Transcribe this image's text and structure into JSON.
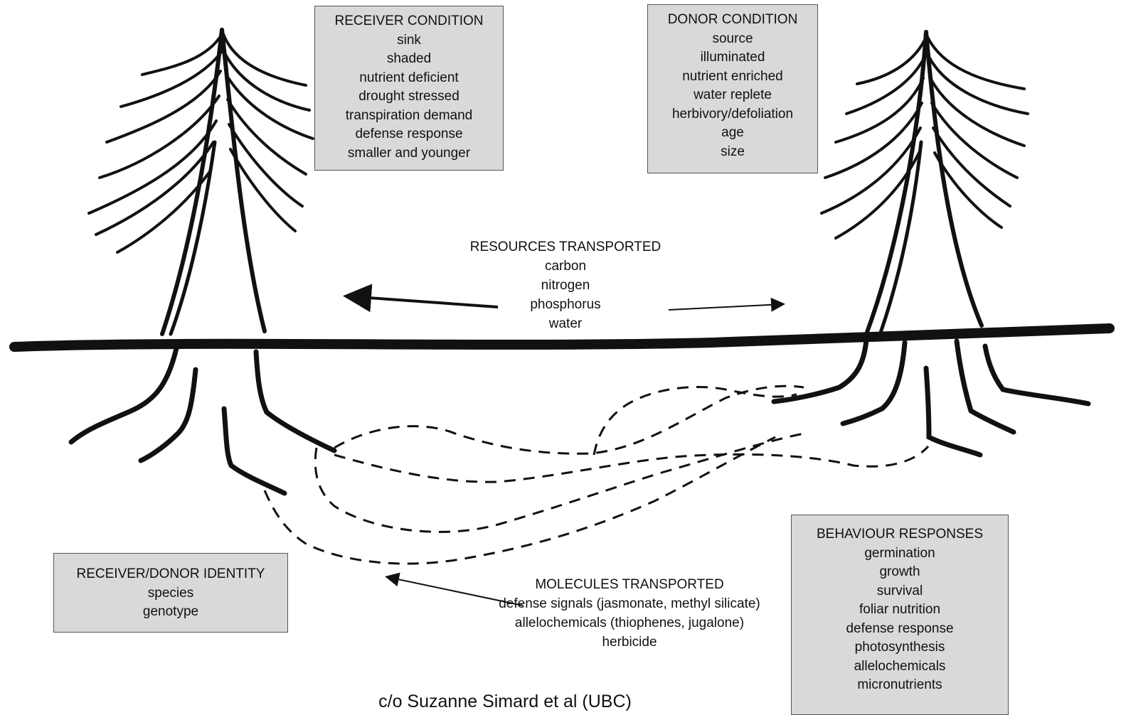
{
  "receiver_condition": {
    "title": "RECEIVER CONDITION",
    "items": [
      "sink",
      "shaded",
      "nutrient deficient",
      "drought stressed",
      "transpiration demand",
      "defense response",
      "smaller and younger"
    ]
  },
  "donor_condition": {
    "title": "DONOR CONDITION",
    "items": [
      "source",
      "illuminated",
      "nutrient enriched",
      "water replete",
      "herbivory/defoliation",
      "age",
      "size"
    ]
  },
  "resources_transported": {
    "title": "RESOURCES TRANSPORTED",
    "items": [
      "carbon",
      "nitrogen",
      "phosphorus",
      "water"
    ]
  },
  "identity": {
    "title": "RECEIVER/DONOR IDENTITY",
    "items": [
      "species",
      "genotype"
    ]
  },
  "molecules_transported": {
    "title": "MOLECULES TRANSPORTED",
    "items": [
      "defense signals (jasmonate, methyl silicate)",
      "allelochemicals (thiophenes, jugalone)",
      "herbicide"
    ]
  },
  "behaviour_responses": {
    "title": "BEHAVIOUR RESPONSES",
    "items": [
      "germination",
      "growth",
      "survival",
      "foliar nutrition",
      "defense response",
      "photosynthesis",
      "allelochemicals",
      "micronutrients"
    ]
  },
  "credit": "c/o Suzanne Simard et al (UBC)",
  "colors": {
    "box_fill": "#d9d9d9",
    "ink": "#111111"
  }
}
